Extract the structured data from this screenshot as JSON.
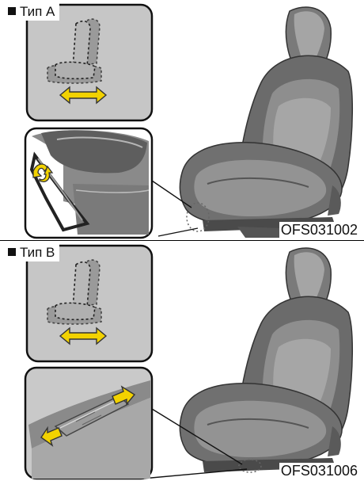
{
  "panels": [
    {
      "type_label": "Тип А",
      "image_code": "OFS031002"
    },
    {
      "type_label": "Тип B",
      "image_code": "OFS031006"
    }
  ],
  "colors": {
    "background": "#ffffff",
    "inset_fill": "#c6c6c6",
    "seat_dark": "#5a5a5a",
    "seat_mid": "#8c8c8c",
    "arrow_yellow": "#f2d200"
  },
  "icons": [
    "seat-position-icon",
    "double-arrow-icon",
    "lever-icon",
    "switch-arrow-icon"
  ]
}
